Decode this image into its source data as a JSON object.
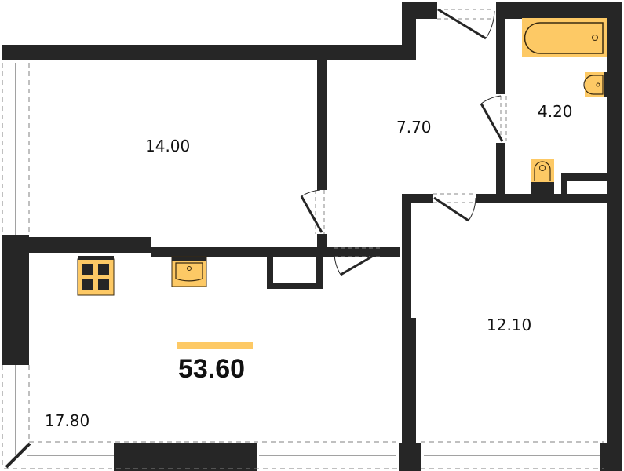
{
  "plan": {
    "type": "apartment floor plan",
    "total_area": "53.60",
    "colors": {
      "wall": "#262626",
      "fixture_fill": "#FDC965",
      "fixture_outline": "#3a2a10",
      "accent_bar": "#FDC965",
      "window_dash": "#808080",
      "background": "#FFFFFF"
    },
    "rooms": [
      {
        "id": "bedroom",
        "area": "14.00"
      },
      {
        "id": "hallway",
        "area": "7.70"
      },
      {
        "id": "bathroom",
        "area": "4.20"
      },
      {
        "id": "bedroom-2",
        "area": "12.10"
      },
      {
        "id": "kitchen-living",
        "area": "17.80"
      }
    ],
    "fixtures": [
      "bathtub-icon",
      "washbasin-icon",
      "toilet-icon",
      "stove-icon",
      "kitchen-sink-icon"
    ]
  }
}
